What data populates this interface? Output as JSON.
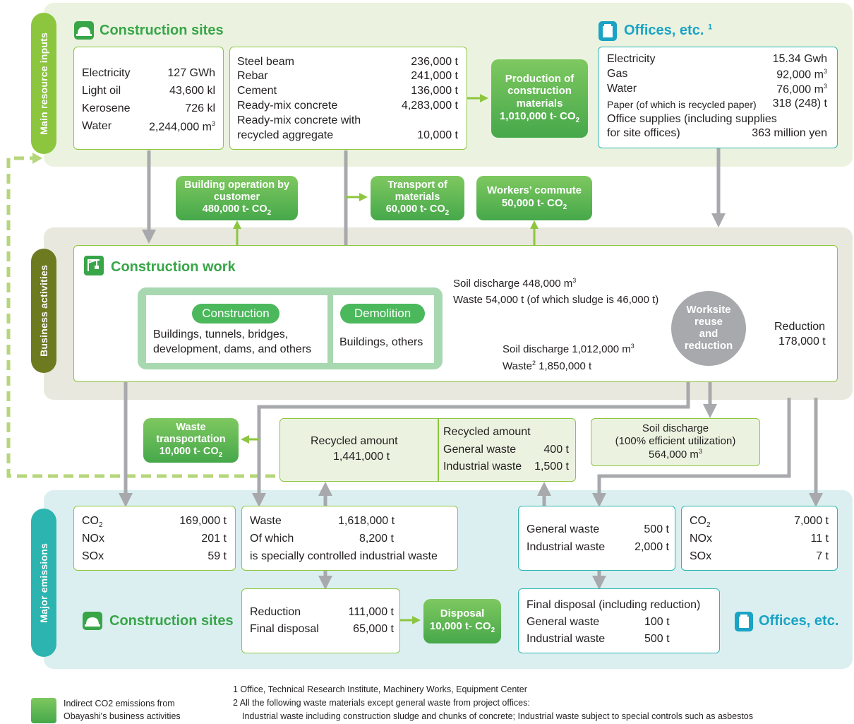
{
  "sections": {
    "main_inputs": "Main resource inputs",
    "business_activities": "Business activities",
    "major_emissions": "Major emissions"
  },
  "titles": {
    "construction_sites": "Construction sites",
    "offices": "Offices, etc.",
    "offices_note": "1",
    "construction_work": "Construction work",
    "construction_sites_bottom": "Construction sites",
    "offices_bottom": "Offices, etc."
  },
  "inputs_energy": [
    {
      "label": "Electricity",
      "value": "127 GWh"
    },
    {
      "label": "Light oil",
      "value": "43,600 kl"
    },
    {
      "label": "Kerosene",
      "value": "726 kl"
    },
    {
      "label": "Water",
      "value": "2,244,000 m",
      "sup": "3"
    }
  ],
  "inputs_materials": [
    {
      "label": "Steel beam",
      "value": "236,000 t"
    },
    {
      "label": "Rebar",
      "value": "241,000 t"
    },
    {
      "label": "Cement",
      "value": "136,000 t"
    },
    {
      "label": "Ready-mix concrete",
      "value": "4,283,000 t"
    },
    {
      "label": "Ready-mix concrete with",
      "value": ""
    },
    {
      "label": "recycled aggregate",
      "value": "10,000 t"
    }
  ],
  "production_materials": {
    "line1": "Production of",
    "line2": "construction",
    "line3": "materials",
    "line4": "1,010,000 t- CO",
    "sub": "2"
  },
  "inputs_offices": [
    {
      "label": "Electricity",
      "value": "15.34 Gwh"
    },
    {
      "label": "Gas",
      "value": "92,000 m",
      "sup": "3"
    },
    {
      "label": "Water",
      "value": "76,000 m",
      "sup": "3"
    },
    {
      "label": "Paper (of which is recycled paper)",
      "value": "318 (248) t"
    },
    {
      "label": "Office supplies (including supplies",
      "value": ""
    },
    {
      "label": "for site offices)",
      "value": "363 million yen"
    }
  ],
  "building_operation": {
    "line1": "Building operation by",
    "line2": "customer",
    "line3": "480,000 t- CO",
    "sub": "2"
  },
  "transport_materials": {
    "line1": "Transport of",
    "line2": "materials",
    "line3": "60,000 t- CO",
    "sub": "2"
  },
  "workers_commute": {
    "line1": "Workers’ commute",
    "line2": "50,000 t- CO",
    "sub": "2"
  },
  "construction_tag": "Construction",
  "construction_desc1": "Buildings, tunnels, bridges,",
  "construction_desc2": "development, dams, and others",
  "demolition_tag": "Demolition",
  "demolition_desc": "Buildings, others",
  "flow_upper": {
    "soil": "Soil discharge 448,000 m",
    "sup": "3",
    "waste": "Waste 54,000 t (of which sludge is 46,000 t)"
  },
  "flow_lower": {
    "soil": "Soil discharge 1,012,000 m",
    "sup": "3",
    "waste_a": "Waste",
    "waste_sup": "2",
    "waste_b": " 1,850,000 t"
  },
  "worksite": {
    "line1": "Worksite",
    "line2": "reuse",
    "line3": "and",
    "line4": "reduction"
  },
  "reduction": {
    "label": "Reduction",
    "value": "178,000 t"
  },
  "waste_transport": {
    "line1": "Waste",
    "line2": "transportation",
    "line3": "10,000 t- CO",
    "sub": "2"
  },
  "recycled_left": {
    "label": "Recycled amount",
    "value": "1,441,000 t"
  },
  "recycled_right": {
    "title": "Recycled amount",
    "general_label": "General waste",
    "general_value": "400 t",
    "industrial_label": "Industrial waste",
    "industrial_value": "1,500 t"
  },
  "soil_discharge_box": {
    "line1": "Soil discharge",
    "line2": "(100% efficient utilization)",
    "line3": "564,000 m",
    "sup": "3"
  },
  "emissions_sites": [
    {
      "label": "CO",
      "sub": "2",
      "value": "169,000 t"
    },
    {
      "label": "NOx",
      "value": "201 t"
    },
    {
      "label": "SOx",
      "value": "59 t"
    }
  ],
  "waste_sites": {
    "label1": "Waste",
    "value1": "1,618,000 t",
    "label2": "Of which",
    "value2": "8,200 t",
    "line3": "is specially controlled industrial waste"
  },
  "offices_waste": {
    "general_label": "General waste",
    "general_value": "500 t",
    "industrial_label": "Industrial waste",
    "industrial_value": "2,000 t"
  },
  "emissions_offices": [
    {
      "label": "CO",
      "sub": "2",
      "value": "7,000 t"
    },
    {
      "label": "NOx",
      "value": "11 t"
    },
    {
      "label": "SOx",
      "value": "7 t"
    }
  ],
  "sites_disposal": {
    "label1": "Reduction",
    "value1": "111,000 t",
    "label2": "Final disposal",
    "value2": "65,000 t"
  },
  "disposal": {
    "line1": "Disposal",
    "line2": "10,000 t- CO",
    "sub": "2"
  },
  "offices_disposal": {
    "title": "Final disposal (including reduction)",
    "general_label": "General waste",
    "general_value": "100 t",
    "industrial_label": "Industrial waste",
    "industrial_value": "500 t"
  },
  "legend": {
    "line1": "Indirect CO2 emissions from",
    "line2": "Obayashi's business activities"
  },
  "notes": {
    "n1": "1 Office, Technical Research Institute, Machinery Works, Equipment Center",
    "n2": "2 All the following waste materials except general waste from project offices:",
    "n3": "Industrial waste including construction sludge and chunks of concrete; Industrial waste subject to special controls such as asbestos"
  },
  "colors": {
    "green": "#8cc63f",
    "dark_green": "#46a84a",
    "teal": "#2cb5b0",
    "grey_arrow": "#a7a9ac",
    "dashed": "#b5d67a"
  }
}
